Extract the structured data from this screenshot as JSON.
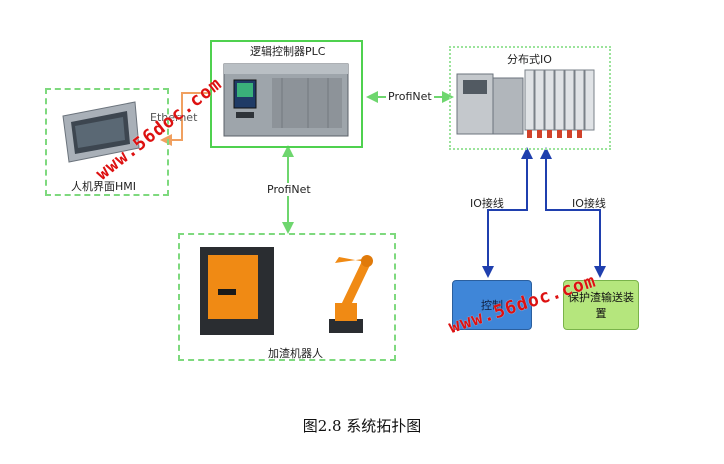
{
  "nodes": {
    "hmi": "人机界面HMI",
    "plc": "逻辑控制器PLC",
    "io": "分布式IO",
    "robot": "加渣机器人",
    "control": "控制",
    "conveyor": "保护渣输送装置"
  },
  "links": {
    "ethernet": "Ethernet",
    "profinet_right": "ProfiNet",
    "profinet_down": "ProfiNet",
    "io_wire_left": "IO接线",
    "io_wire_right": "IO接线"
  },
  "watermark": "www.56doc.com",
  "caption": "图2.8 系统拓扑图",
  "colors": {
    "green_frame": "#7ed97e",
    "arrow_blue": "#1f3fae",
    "arrow_green": "#6ed66e",
    "arrow_orange": "#f0a060",
    "node_blue": "#3f86d8",
    "node_green": "#b5e67d"
  }
}
